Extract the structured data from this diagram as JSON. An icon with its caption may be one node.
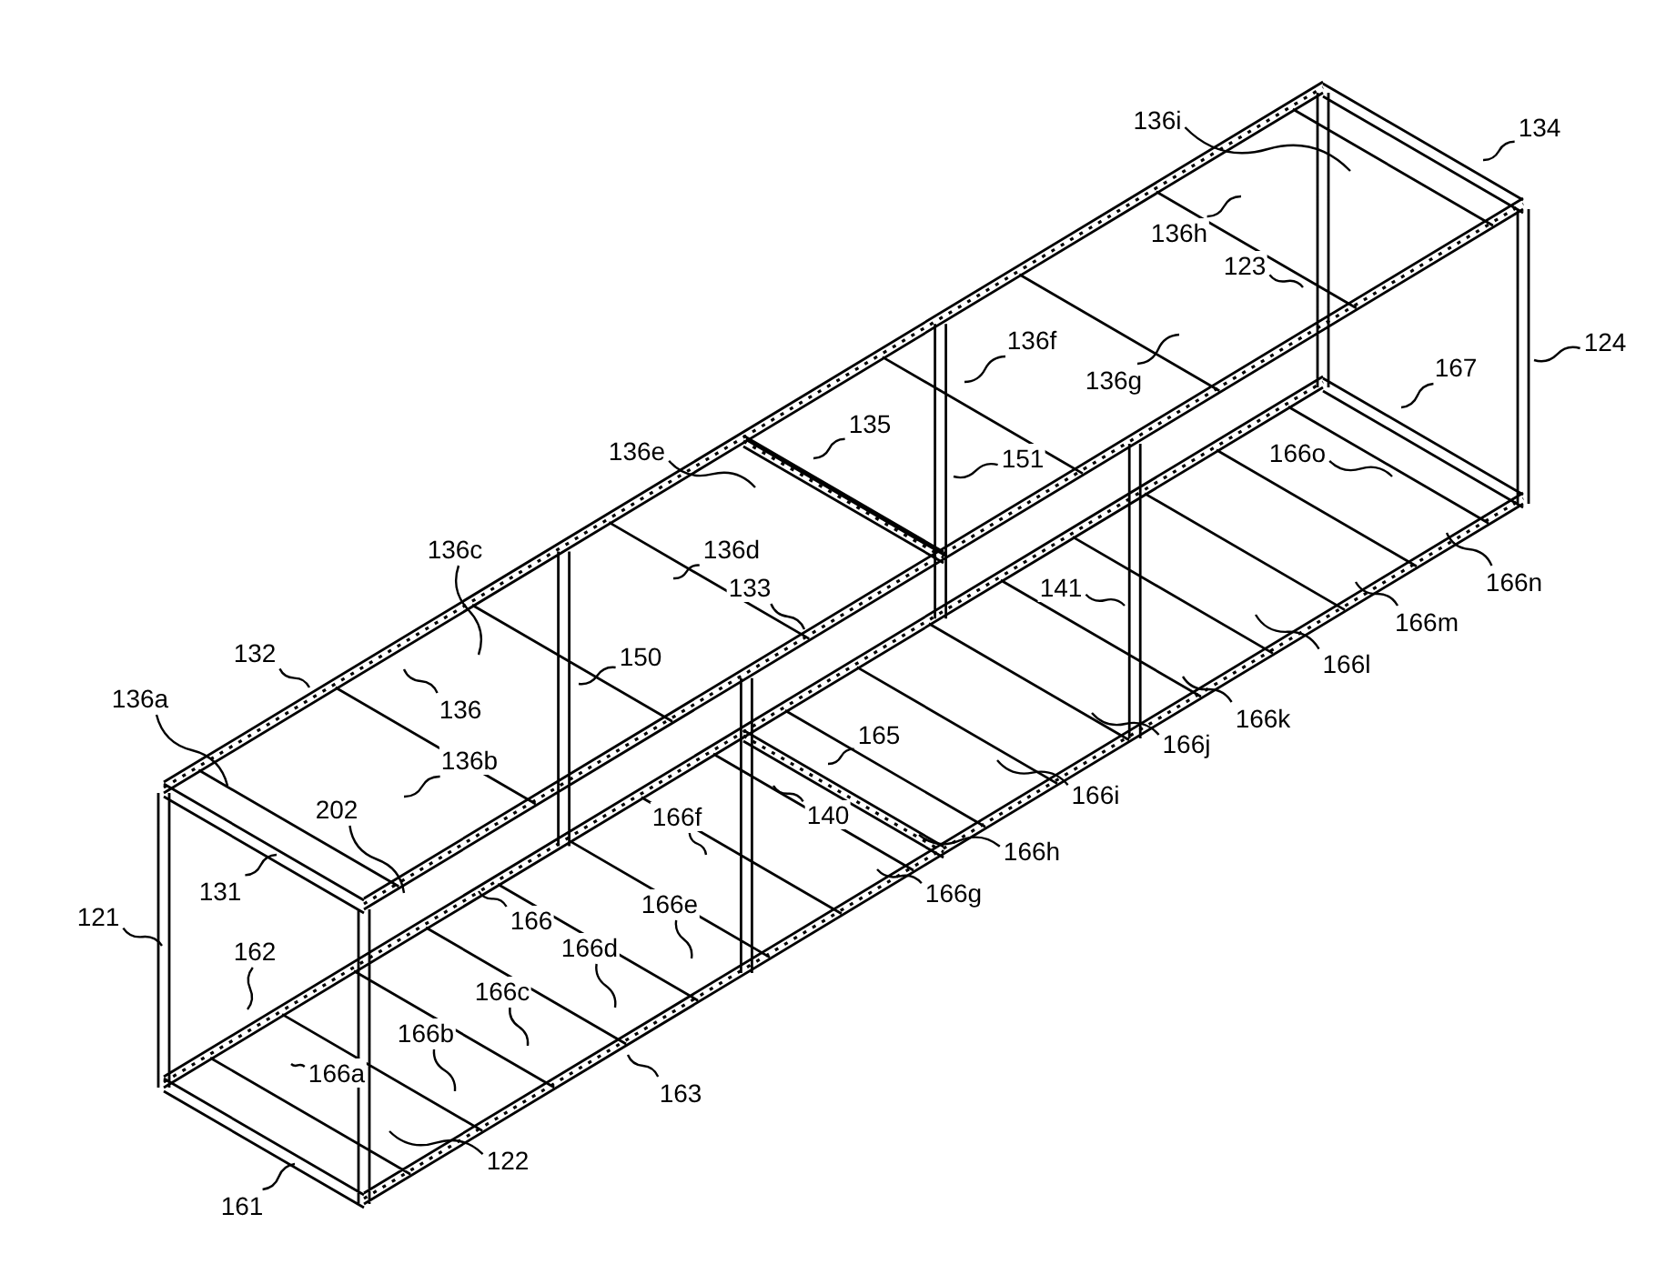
{
  "diagram": {
    "nodes": [
      {
        "text": [
          "136i"
        ]
      },
      {
        "text": [
          "134"
        ]
      },
      {
        "text": [
          "136h"
        ]
      },
      {
        "text": [
          "123"
        ]
      },
      {
        "text": [
          "124"
        ]
      },
      {
        "text": [
          "136f"
        ]
      },
      {
        "text": [
          "136g"
        ]
      },
      {
        "text": [
          "167"
        ]
      },
      {
        "text": [
          "135"
        ]
      },
      {
        "text": [
          "136e"
        ]
      },
      {
        "text": [
          "151"
        ]
      },
      {
        "text": [
          "166o"
        ]
      },
      {
        "text": [
          "136d"
        ]
      },
      {
        "text": [
          "136c"
        ]
      },
      {
        "text": [
          "133"
        ]
      },
      {
        "text": [
          "141"
        ]
      },
      {
        "text": [
          "166n"
        ]
      },
      {
        "text": [
          "132"
        ]
      },
      {
        "text": [
          "150"
        ]
      },
      {
        "text": [
          "166m"
        ]
      },
      {
        "text": [
          "166l"
        ]
      },
      {
        "text": [
          "136a"
        ]
      },
      {
        "text": [
          "136"
        ]
      },
      {
        "text": [
          "166k"
        ]
      },
      {
        "text": [
          "165"
        ]
      },
      {
        "text": [
          "166j"
        ]
      },
      {
        "text": [
          "136b"
        ]
      },
      {
        "text": [
          "166i"
        ]
      },
      {
        "text": [
          "202"
        ]
      },
      {
        "text": [
          "140"
        ]
      },
      {
        "text": [
          "166f"
        ]
      },
      {
        "text": [
          "166h"
        ]
      },
      {
        "text": [
          "131"
        ]
      },
      {
        "text": [
          "166g"
        ]
      },
      {
        "text": [
          "166e"
        ]
      },
      {
        "text": [
          "121"
        ]
      },
      {
        "text": [
          "166"
        ]
      },
      {
        "text": [
          "166d"
        ]
      },
      {
        "text": [
          "162"
        ]
      },
      {
        "text": [
          "166c"
        ]
      },
      {
        "text": [
          "166b"
        ]
      },
      {
        "text": [
          "166a"
        ]
      },
      {
        "text": [
          "163"
        ]
      },
      {
        "text": [
          "122"
        ]
      },
      {
        "text": [
          "161"
        ]
      }
    ],
    "edges": [
      {
        "from": 0,
        "to": null,
        "arrow": "none"
      },
      {
        "from": 1,
        "to": null,
        "arrow": "none"
      },
      {
        "from": 2,
        "to": null,
        "arrow": "none"
      },
      {
        "from": 3,
        "to": null,
        "arrow": "none"
      },
      {
        "from": 4,
        "to": null,
        "arrow": "none"
      },
      {
        "from": 5,
        "to": null,
        "arrow": "none"
      },
      {
        "from": 6,
        "to": null,
        "arrow": "none"
      },
      {
        "from": 7,
        "to": null,
        "arrow": "none"
      },
      {
        "from": 8,
        "to": null,
        "arrow": "none"
      },
      {
        "from": 9,
        "to": null,
        "arrow": "none"
      },
      {
        "from": 10,
        "to": null,
        "arrow": "none"
      },
      {
        "from": 11,
        "to": null,
        "arrow": "none"
      },
      {
        "from": 12,
        "to": null,
        "arrow": "none"
      },
      {
        "from": 13,
        "to": null,
        "arrow": "none"
      },
      {
        "from": 14,
        "to": null,
        "arrow": "none"
      },
      {
        "from": 15,
        "to": null,
        "arrow": "none"
      },
      {
        "from": 16,
        "to": null,
        "arrow": "none"
      },
      {
        "from": 17,
        "to": null,
        "arrow": "none"
      },
      {
        "from": 18,
        "to": null,
        "arrow": "none"
      },
      {
        "from": 19,
        "to": null,
        "arrow": "none"
      },
      {
        "from": 20,
        "to": null,
        "arrow": "none"
      },
      {
        "from": 21,
        "to": null,
        "arrow": "none"
      },
      {
        "from": 22,
        "to": null,
        "arrow": "none"
      },
      {
        "from": 23,
        "to": null,
        "arrow": "none"
      },
      {
        "from": 24,
        "to": null,
        "arrow": "none"
      },
      {
        "from": 25,
        "to": null,
        "arrow": "none"
      },
      {
        "from": 26,
        "to": null,
        "arrow": "none"
      },
      {
        "from": 27,
        "to": null,
        "arrow": "none"
      },
      {
        "from": 28,
        "to": null,
        "arrow": "none"
      },
      {
        "from": 29,
        "to": null,
        "arrow": "none"
      },
      {
        "from": 30,
        "to": null,
        "arrow": "none"
      },
      {
        "from": 31,
        "to": null,
        "arrow": "none"
      },
      {
        "from": 32,
        "to": null,
        "arrow": "none"
      },
      {
        "from": 33,
        "to": null,
        "arrow": "none"
      },
      {
        "from": 34,
        "to": null,
        "arrow": "none"
      },
      {
        "from": 35,
        "to": null,
        "arrow": "none"
      },
      {
        "from": 36,
        "to": null,
        "arrow": "none"
      },
      {
        "from": 37,
        "to": null,
        "arrow": "none"
      },
      {
        "from": 38,
        "to": null,
        "arrow": "none"
      },
      {
        "from": 39,
        "to": null,
        "arrow": "none"
      },
      {
        "from": 40,
        "to": null,
        "arrow": "none"
      },
      {
        "from": 41,
        "to": null,
        "arrow": "none"
      },
      {
        "from": 42,
        "to": null,
        "arrow": "none"
      },
      {
        "from": 43,
        "to": null,
        "arrow": "none"
      },
      {
        "from": 44,
        "to": null,
        "arrow": "none"
      }
    ]
  }
}
